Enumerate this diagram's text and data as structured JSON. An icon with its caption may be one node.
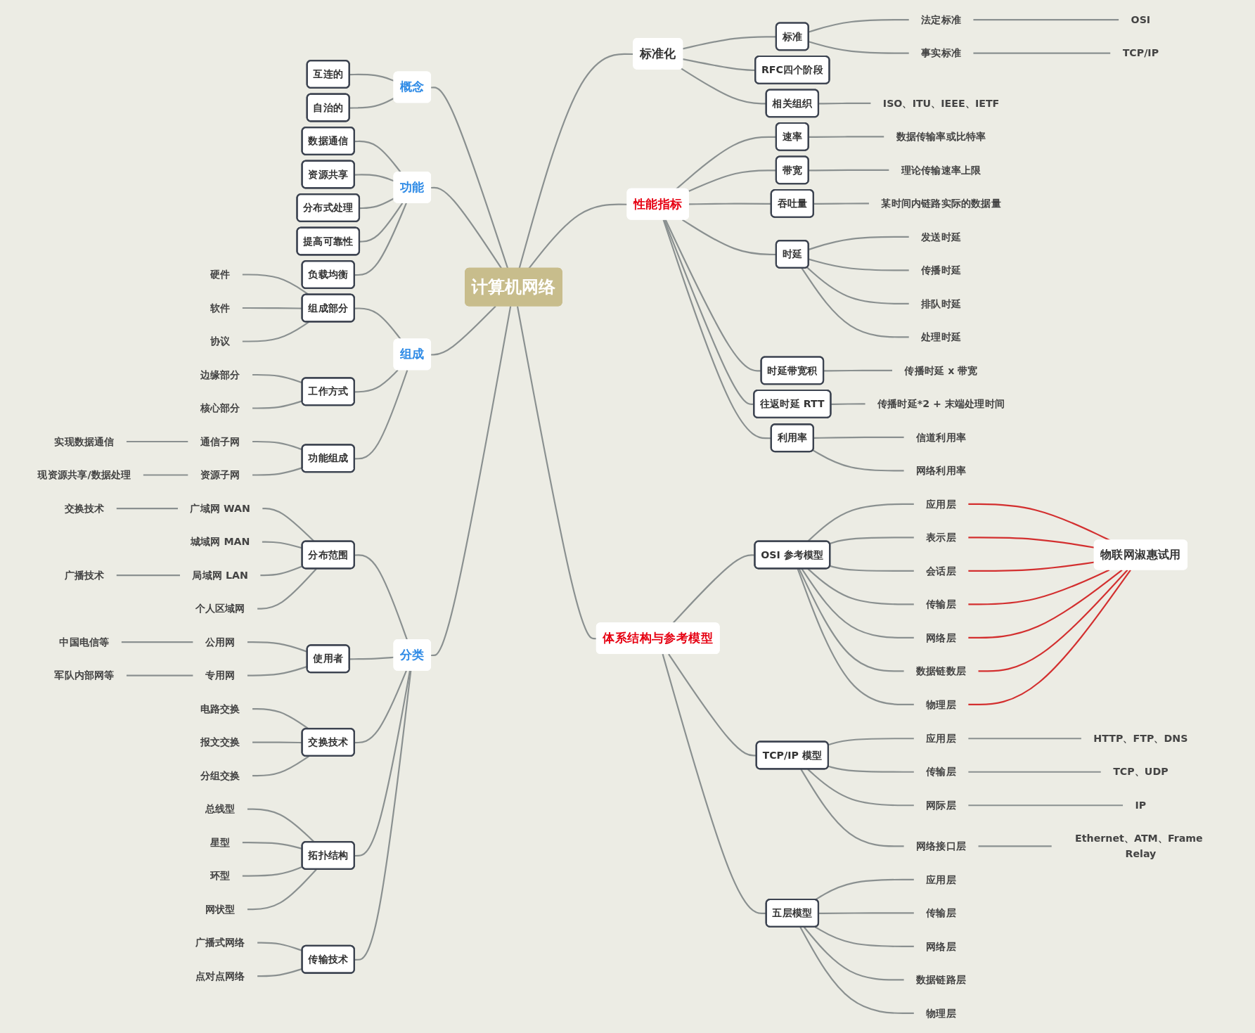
{
  "diagram": {
    "nodes": [
      {
        "text": [
          "计算机网络"
        ]
      },
      {
        "text": [
          "概念"
        ]
      },
      {
        "text": [
          "互连的"
        ]
      },
      {
        "text": [
          "自治的"
        ]
      },
      {
        "text": [
          "功能"
        ]
      },
      {
        "text": [
          "数据通信"
        ]
      },
      {
        "text": [
          "资源共享"
        ]
      },
      {
        "text": [
          "分布式处理"
        ]
      },
      {
        "text": [
          "提高可靠性"
        ]
      },
      {
        "text": [
          "负载均衡"
        ]
      },
      {
        "text": [
          "组成"
        ]
      },
      {
        "text": [
          "组成部分"
        ]
      },
      {
        "text": [
          "硬件"
        ]
      },
      {
        "text": [
          "软件"
        ]
      },
      {
        "text": [
          "协议"
        ]
      },
      {
        "text": [
          "工作方式"
        ]
      },
      {
        "text": [
          "边缘部分"
        ]
      },
      {
        "text": [
          "核心部分"
        ]
      },
      {
        "text": [
          "功能组成"
        ]
      },
      {
        "text": [
          "通信子网"
        ]
      },
      {
        "text": [
          "实现数据通信"
        ]
      },
      {
        "text": [
          "资源子网"
        ]
      },
      {
        "text": [
          "现资源共享/数据处理"
        ]
      },
      {
        "text": [
          "分类"
        ]
      },
      {
        "text": [
          "分布范围"
        ]
      },
      {
        "text": [
          "广域网 WAN"
        ]
      },
      {
        "text": [
          "交换技术"
        ]
      },
      {
        "text": [
          "城域网 MAN"
        ]
      },
      {
        "text": [
          "局域网 LAN"
        ]
      },
      {
        "text": [
          "广播技术"
        ]
      },
      {
        "text": [
          "个人区域网"
        ]
      },
      {
        "text": [
          "使用者"
        ]
      },
      {
        "text": [
          "公用网"
        ]
      },
      {
        "text": [
          "中国电信等"
        ]
      },
      {
        "text": [
          "专用网"
        ]
      },
      {
        "text": [
          "军队内部网等"
        ]
      },
      {
        "text": [
          "交换技术"
        ]
      },
      {
        "text": [
          "电路交换"
        ]
      },
      {
        "text": [
          "报文交换"
        ]
      },
      {
        "text": [
          "分组交换"
        ]
      },
      {
        "text": [
          "拓扑结构"
        ]
      },
      {
        "text": [
          "总线型"
        ]
      },
      {
        "text": [
          "星型"
        ]
      },
      {
        "text": [
          "环型"
        ]
      },
      {
        "text": [
          "网状型"
        ]
      },
      {
        "text": [
          "传输技术"
        ]
      },
      {
        "text": [
          "广播式网络"
        ]
      },
      {
        "text": [
          "点对点网络"
        ]
      },
      {
        "text": [
          "标准化"
        ]
      },
      {
        "text": [
          "标准"
        ]
      },
      {
        "text": [
          "法定标准"
        ]
      },
      {
        "text": [
          "OSI"
        ]
      },
      {
        "text": [
          "事实标准"
        ]
      },
      {
        "text": [
          "TCP/IP"
        ]
      },
      {
        "text": [
          "RFC四个阶段"
        ]
      },
      {
        "text": [
          "相关组织"
        ]
      },
      {
        "text": [
          "ISO、ITU、IEEE、IETF"
        ]
      },
      {
        "text": [
          "性能指标"
        ]
      },
      {
        "text": [
          "速率"
        ]
      },
      {
        "text": [
          "数据传输率或比特率"
        ]
      },
      {
        "text": [
          "带宽"
        ]
      },
      {
        "text": [
          "理论传输速率上限"
        ]
      },
      {
        "text": [
          "吞吐量"
        ]
      },
      {
        "text": [
          "某时间内链路实际的数据量"
        ]
      },
      {
        "text": [
          "时延"
        ]
      },
      {
        "text": [
          "发送时延"
        ]
      },
      {
        "text": [
          "传播时延"
        ]
      },
      {
        "text": [
          "排队时延"
        ]
      },
      {
        "text": [
          "处理时延"
        ]
      },
      {
        "text": [
          "时延带宽积"
        ]
      },
      {
        "text": [
          "传播时延 x 带宽"
        ]
      },
      {
        "text": [
          "往返时延 RTT"
        ]
      },
      {
        "text": [
          "传播时延*2 + 末端处理时间"
        ]
      },
      {
        "text": [
          "利用率"
        ]
      },
      {
        "text": [
          "信道利用率"
        ]
      },
      {
        "text": [
          "网络利用率"
        ]
      },
      {
        "text": [
          "体系结构与参考模型"
        ]
      },
      {
        "text": [
          "OSI 参考模型"
        ]
      },
      {
        "text": [
          "应用层"
        ]
      },
      {
        "text": [
          "表示层"
        ]
      },
      {
        "text": [
          "会话层"
        ]
      },
      {
        "text": [
          "传输层"
        ]
      },
      {
        "text": [
          "网络层"
        ]
      },
      {
        "text": [
          "数据链数层"
        ]
      },
      {
        "text": [
          "物理层"
        ]
      },
      {
        "text": [
          "物联网淑惠试用"
        ]
      },
      {
        "text": [
          "TCP/IP 模型"
        ]
      },
      {
        "text": [
          "应用层"
        ]
      },
      {
        "text": [
          "HTTP、FTP、DNS"
        ]
      },
      {
        "text": [
          "传输层"
        ]
      },
      {
        "text": [
          "TCP、UDP"
        ]
      },
      {
        "text": [
          "网际层"
        ]
      },
      {
        "text": [
          "IP"
        ]
      },
      {
        "text": [
          "网络接口层"
        ]
      },
      {
        "text": [
          "Ethernet、ATM、Frame Relay"
        ]
      },
      {
        "text": [
          "五层模型"
        ]
      },
      {
        "text": [
          "应用层"
        ]
      },
      {
        "text": [
          "传输层"
        ]
      },
      {
        "text": [
          "网络层"
        ]
      },
      {
        "text": [
          "数据链路层"
        ]
      },
      {
        "text": [
          "物理层"
        ]
      }
    ],
    "edges": [
      {
        "from": 1,
        "to": 0,
        "arrow": "none"
      },
      {
        "from": 2,
        "to": 1,
        "arrow": "none"
      },
      {
        "from": 3,
        "to": 1,
        "arrow": "none"
      },
      {
        "from": 4,
        "to": 0,
        "arrow": "none"
      },
      {
        "from": 5,
        "to": 4,
        "arrow": "none"
      },
      {
        "from": 6,
        "to": 4,
        "arrow": "none"
      },
      {
        "from": 7,
        "to": 4,
        "arrow": "none"
      },
      {
        "from": 8,
        "to": 4,
        "arrow": "none"
      },
      {
        "from": 9,
        "to": 4,
        "arrow": "none"
      },
      {
        "from": 10,
        "to": 0,
        "arrow": "none"
      },
      {
        "from": 11,
        "to": 10,
        "arrow": "none"
      },
      {
        "from": 12,
        "to": 11,
        "arrow": "none"
      },
      {
        "from": 13,
        "to": 11,
        "arrow": "none"
      },
      {
        "from": 14,
        "to": 11,
        "arrow": "none"
      },
      {
        "from": 15,
        "to": 10,
        "arrow": "none"
      },
      {
        "from": 16,
        "to": 15,
        "arrow": "none"
      },
      {
        "from": 17,
        "to": 15,
        "arrow": "none"
      },
      {
        "from": 18,
        "to": 10,
        "arrow": "none"
      },
      {
        "from": 19,
        "to": 18,
        "arrow": "none"
      },
      {
        "from": 20,
        "to": 19,
        "arrow": "none"
      },
      {
        "from": 21,
        "to": 18,
        "arrow": "none"
      },
      {
        "from": 22,
        "to": 21,
        "arrow": "none"
      },
      {
        "from": 23,
        "to": 0,
        "arrow": "none"
      },
      {
        "from": 24,
        "to": 23,
        "arrow": "none"
      },
      {
        "from": 25,
        "to": 24,
        "arrow": "none"
      },
      {
        "from": 26,
        "to": 25,
        "arrow": "none"
      },
      {
        "from": 27,
        "to": 24,
        "arrow": "none"
      },
      {
        "from": 28,
        "to": 24,
        "arrow": "none"
      },
      {
        "from": 29,
        "to": 28,
        "arrow": "none"
      },
      {
        "from": 30,
        "to": 24,
        "arrow": "none"
      },
      {
        "from": 31,
        "to": 23,
        "arrow": "none"
      },
      {
        "from": 32,
        "to": 31,
        "arrow": "none"
      },
      {
        "from": 33,
        "to": 32,
        "arrow": "none"
      },
      {
        "from": 34,
        "to": 31,
        "arrow": "none"
      },
      {
        "from": 35,
        "to": 34,
        "arrow": "none"
      },
      {
        "from": 36,
        "to": 23,
        "arrow": "none"
      },
      {
        "from": 37,
        "to": 36,
        "arrow": "none"
      },
      {
        "from": 38,
        "to": 36,
        "arrow": "none"
      },
      {
        "from": 39,
        "to": 36,
        "arrow": "none"
      },
      {
        "from": 40,
        "to": 23,
        "arrow": "none"
      },
      {
        "from": 41,
        "to": 40,
        "arrow": "none"
      },
      {
        "from": 42,
        "to": 40,
        "arrow": "none"
      },
      {
        "from": 43,
        "to": 40,
        "arrow": "none"
      },
      {
        "from": 44,
        "to": 40,
        "arrow": "none"
      },
      {
        "from": 45,
        "to": 23,
        "arrow": "none"
      },
      {
        "from": 46,
        "to": 45,
        "arrow": "none"
      },
      {
        "from": 47,
        "to": 45,
        "arrow": "none"
      },
      {
        "from": 0,
        "to": 48,
        "arrow": "none"
      },
      {
        "from": 48,
        "to": 49,
        "arrow": "none"
      },
      {
        "from": 49,
        "to": 50,
        "arrow": "none"
      },
      {
        "from": 50,
        "to": 51,
        "arrow": "none"
      },
      {
        "from": 49,
        "to": 52,
        "arrow": "none"
      },
      {
        "from": 52,
        "to": 53,
        "arrow": "none"
      },
      {
        "from": 48,
        "to": 54,
        "arrow": "none"
      },
      {
        "from": 48,
        "to": 55,
        "arrow": "none"
      },
      {
        "from": 55,
        "to": 56,
        "arrow": "none"
      },
      {
        "from": 0,
        "to": 57,
        "arrow": "none"
      },
      {
        "from": 57,
        "to": 58,
        "arrow": "none"
      },
      {
        "from": 58,
        "to": 59,
        "arrow": "none"
      },
      {
        "from": 57,
        "to": 60,
        "arrow": "none"
      },
      {
        "from": 60,
        "to": 61,
        "arrow": "none"
      },
      {
        "from": 57,
        "to": 62,
        "arrow": "none"
      },
      {
        "from": 62,
        "to": 63,
        "arrow": "none"
      },
      {
        "from": 57,
        "to": 64,
        "arrow": "none"
      },
      {
        "from": 64,
        "to": 65,
        "arrow": "none"
      },
      {
        "from": 64,
        "to": 66,
        "arrow": "none"
      },
      {
        "from": 64,
        "to": 67,
        "arrow": "none"
      },
      {
        "from": 64,
        "to": 68,
        "arrow": "none"
      },
      {
        "from": 57,
        "to": 69,
        "arrow": "none"
      },
      {
        "from": 69,
        "to": 70,
        "arrow": "none"
      },
      {
        "from": 57,
        "to": 71,
        "arrow": "none"
      },
      {
        "from": 71,
        "to": 72,
        "arrow": "none"
      },
      {
        "from": 57,
        "to": 73,
        "arrow": "none"
      },
      {
        "from": 73,
        "to": 74,
        "arrow": "none"
      },
      {
        "from": 73,
        "to": 75,
        "arrow": "none"
      },
      {
        "from": 0,
        "to": 76,
        "arrow": "none"
      },
      {
        "from": 76,
        "to": 77,
        "arrow": "none"
      },
      {
        "from": 77,
        "to": 78,
        "arrow": "none"
      },
      {
        "from": 77,
        "to": 79,
        "arrow": "none"
      },
      {
        "from": 77,
        "to": 80,
        "arrow": "none"
      },
      {
        "from": 77,
        "to": 81,
        "arrow": "none"
      },
      {
        "from": 77,
        "to": 82,
        "arrow": "none"
      },
      {
        "from": 77,
        "to": 83,
        "arrow": "none"
      },
      {
        "from": 77,
        "to": 84,
        "arrow": "none"
      },
      {
        "from": 78,
        "to": 85,
        "arrow": "none",
        "color": "#d32f2f"
      },
      {
        "from": 79,
        "to": 85,
        "arrow": "none",
        "color": "#d32f2f"
      },
      {
        "from": 80,
        "to": 85,
        "arrow": "none",
        "color": "#d32f2f"
      },
      {
        "from": 81,
        "to": 85,
        "arrow": "none",
        "color": "#d32f2f"
      },
      {
        "from": 82,
        "to": 85,
        "arrow": "none",
        "color": "#d32f2f"
      },
      {
        "from": 83,
        "to": 85,
        "arrow": "none",
        "color": "#d32f2f"
      },
      {
        "from": 84,
        "to": 85,
        "arrow": "none",
        "color": "#d32f2f"
      },
      {
        "from": 76,
        "to": 86,
        "arrow": "none"
      },
      {
        "from": 86,
        "to": 87,
        "arrow": "none"
      },
      {
        "from": 87,
        "to": 88,
        "arrow": "none"
      },
      {
        "from": 86,
        "to": 89,
        "arrow": "none"
      },
      {
        "from": 89,
        "to": 90,
        "arrow": "none"
      },
      {
        "from": 86,
        "to": 91,
        "arrow": "none"
      },
      {
        "from": 91,
        "to": 92,
        "arrow": "none"
      },
      {
        "from": 86,
        "to": 93,
        "arrow": "none"
      },
      {
        "from": 93,
        "to": 94,
        "arrow": "none"
      },
      {
        "from": 76,
        "to": 95,
        "arrow": "none"
      },
      {
        "from": 95,
        "to": 96,
        "arrow": "none"
      },
      {
        "from": 95,
        "to": 97,
        "arrow": "none"
      },
      {
        "from": 95,
        "to": 98,
        "arrow": "none"
      },
      {
        "from": 95,
        "to": 99,
        "arrow": "none"
      },
      {
        "from": 95,
        "to": 100,
        "arrow": "none"
      }
    ]
  }
}
